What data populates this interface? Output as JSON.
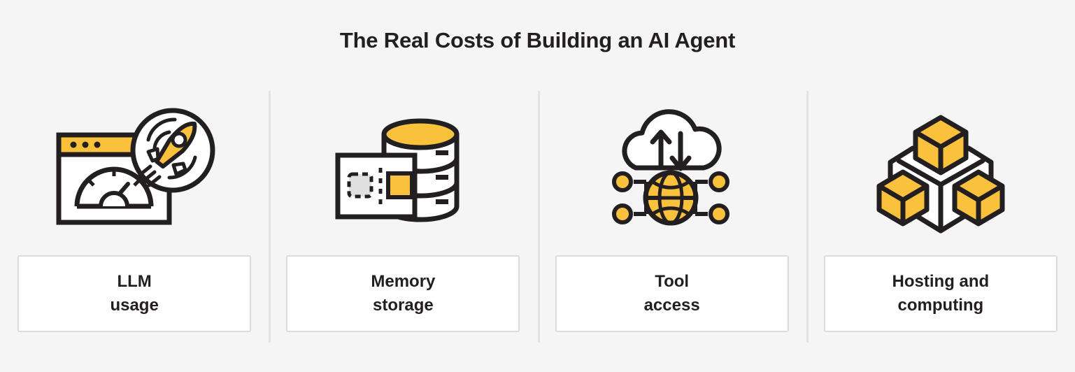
{
  "header": {
    "title": "The Real Costs of Building an AI Agent"
  },
  "colors": {
    "background": "#f5f5f5",
    "accent_yellow": "#fac13c",
    "ink": "#231f20",
    "card_bg": "#ffffff",
    "card_border": "#dcdcdc",
    "divider": "#e2e2e2",
    "muted_gray": "#e0e0e0"
  },
  "columns": [
    {
      "icon_name": "llm-usage-icon",
      "icon_description": "browser-window-with-speedometer-and-rocket",
      "label_line1": "LLM",
      "label_line2": "usage",
      "label": "LLM\nusage"
    },
    {
      "icon_name": "memory-storage-icon",
      "icon_description": "database-cylinder-with-memory-card",
      "label_line1": "Memory",
      "label_line2": "storage",
      "label": "Memory\nstorage"
    },
    {
      "icon_name": "tool-access-icon",
      "icon_description": "cloud-with-up-down-arrows-globe-and-network-nodes",
      "label_line1": "Tool",
      "label_line2": "access",
      "label": "Tool\naccess"
    },
    {
      "icon_name": "hosting-computing-icon",
      "icon_description": "isometric-cube-with-three-yellow-boxes",
      "label_line1": "Hosting and",
      "label_line2": "computing",
      "label": "Hosting and\ncomputing"
    }
  ]
}
